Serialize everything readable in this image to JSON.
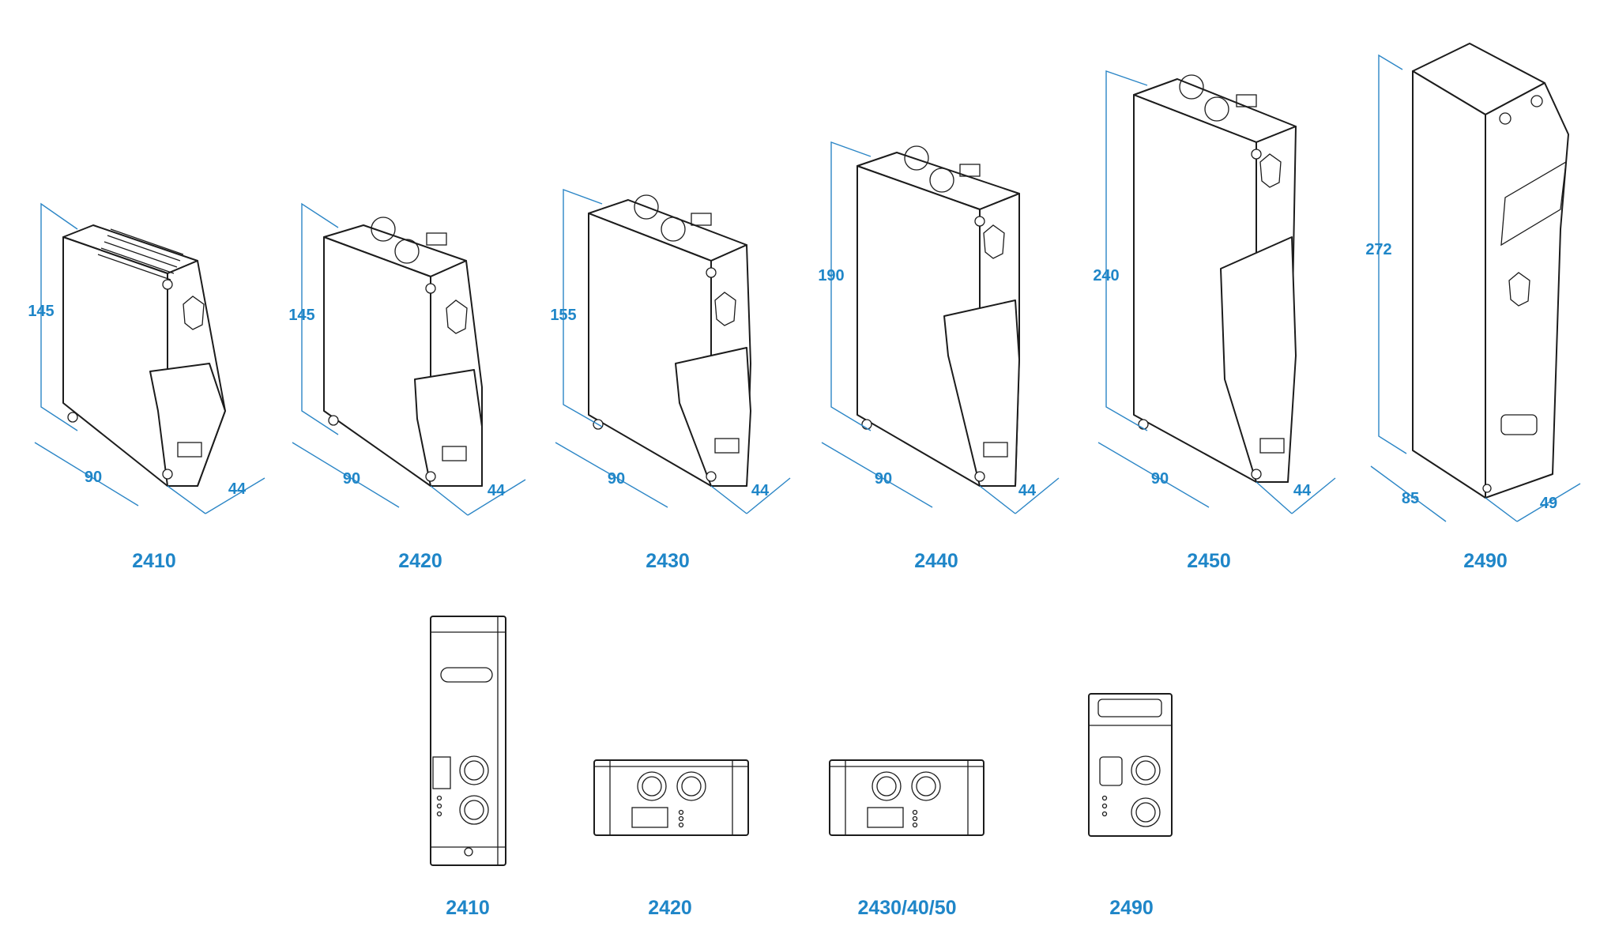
{
  "products": [
    {
      "model": "2410",
      "height": "145",
      "width": "90",
      "depth": "44"
    },
    {
      "model": "2420",
      "height": "145",
      "width": "90",
      "depth": "44"
    },
    {
      "model": "2430",
      "height": "155",
      "width": "90",
      "depth": "44"
    },
    {
      "model": "2440",
      "height": "190",
      "width": "90",
      "depth": "44"
    },
    {
      "model": "2450",
      "height": "240",
      "width": "90",
      "depth": "44"
    },
    {
      "model": "2490",
      "height": "272",
      "width": "85",
      "depth": "49"
    }
  ],
  "top_views": [
    {
      "label": "2410"
    },
    {
      "label": "2420"
    },
    {
      "label": "2430/40/50"
    },
    {
      "label": "2490"
    }
  ],
  "colors": {
    "dimension": "#1f86c8",
    "line": "#1c1c1c"
  },
  "icons": [
    "connector-icon",
    "logo-icon",
    "led-icon"
  ]
}
